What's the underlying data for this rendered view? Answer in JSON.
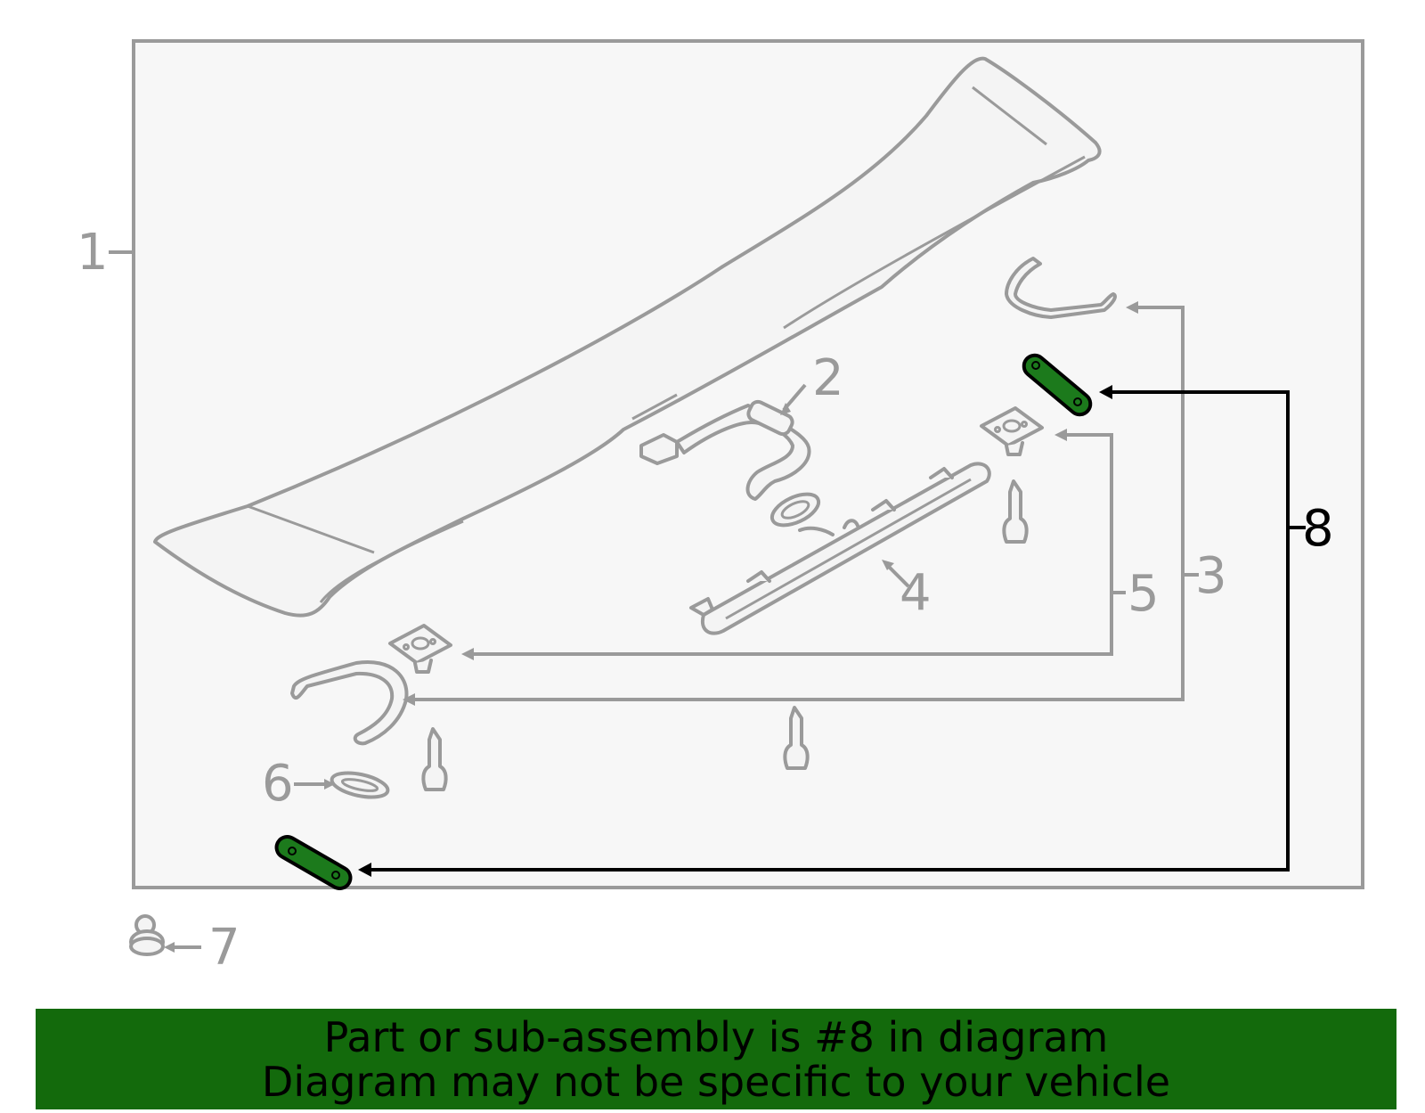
{
  "diagram": {
    "callouts": [
      {
        "id": "1",
        "text": "1",
        "highlighted": false
      },
      {
        "id": "2",
        "text": "2",
        "highlighted": false
      },
      {
        "id": "3",
        "text": "3",
        "highlighted": false
      },
      {
        "id": "4",
        "text": "4",
        "highlighted": false
      },
      {
        "id": "5",
        "text": "5",
        "highlighted": false
      },
      {
        "id": "6",
        "text": "6",
        "highlighted": false
      },
      {
        "id": "7",
        "text": "7",
        "highlighted": false
      },
      {
        "id": "8",
        "text": "8",
        "highlighted": true
      }
    ],
    "colors": {
      "frame_fill": "#f7f7f7",
      "frame_stroke": "#9a9a9a",
      "part_line": "#9a9a9a",
      "highlight_fill": "#1c7a1c",
      "highlight_line": "#000000"
    }
  },
  "banner": {
    "line1": "Part or sub-assembly is #8 in diagram",
    "line2": "Diagram may not be specific to your vehicle",
    "background": "#136a0c"
  }
}
